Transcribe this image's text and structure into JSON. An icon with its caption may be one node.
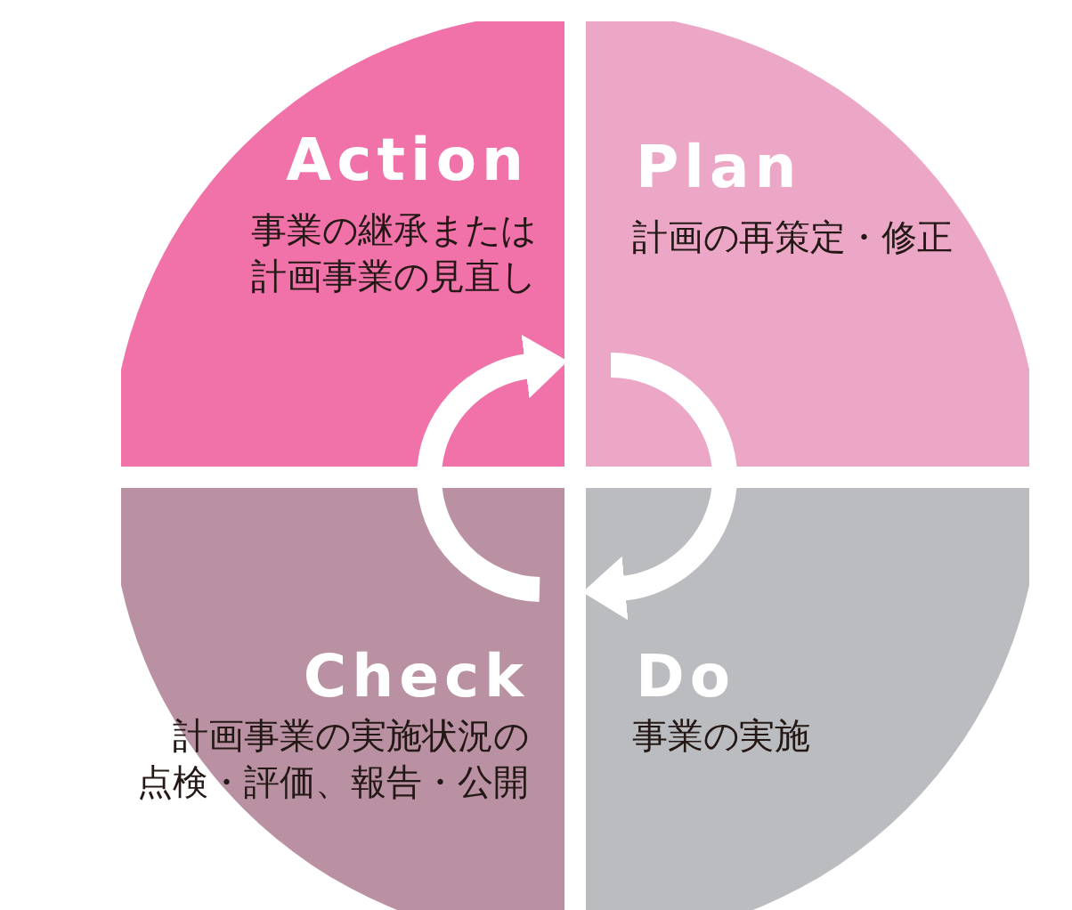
{
  "diagram": {
    "nodes": [
      {
        "text": [
          "Action",
          "事業の継承または計画事業の見直し"
        ]
      },
      {
        "text": [
          "Plan",
          "計画の再策定・修正"
        ]
      },
      {
        "text": [
          "Check",
          "計画事業の実施状況の点検・評価、報告・公開"
        ]
      },
      {
        "text": [
          "Do",
          "事業の実施"
        ]
      }
    ],
    "edges": [
      {
        "from": 2,
        "to": 0,
        "arrow": "none"
      },
      {
        "from": 0,
        "to": 1,
        "arrow": "to"
      },
      {
        "from": 1,
        "to": 3,
        "arrow": "none"
      },
      {
        "from": 3,
        "to": 2,
        "arrow": "to"
      }
    ]
  }
}
